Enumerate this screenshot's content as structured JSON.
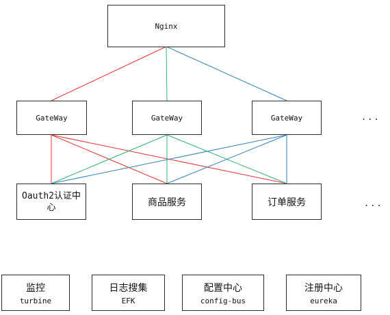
{
  "nginx": {
    "label": "Nginx"
  },
  "gateways": [
    {
      "label": "GateWay"
    },
    {
      "label": "GateWay"
    },
    {
      "label": "GateWay"
    }
  ],
  "gateway_ellipsis": "...",
  "services": [
    {
      "label": "Oauth2认证中心"
    },
    {
      "label": "商品服务"
    },
    {
      "label": "订单服务"
    }
  ],
  "service_ellipsis": "...",
  "infra": [
    {
      "title": "监控",
      "subtitle": "turbine"
    },
    {
      "title": "日志搜集",
      "subtitle": "EFK"
    },
    {
      "title": "配置中心",
      "subtitle": "config-bus"
    },
    {
      "title": "注册中心",
      "subtitle": "eureka"
    }
  ],
  "colors": {
    "red": "#e8312f",
    "green": "#2eb36b",
    "blue": "#2f7fc1",
    "border": "#2b2b2b"
  }
}
